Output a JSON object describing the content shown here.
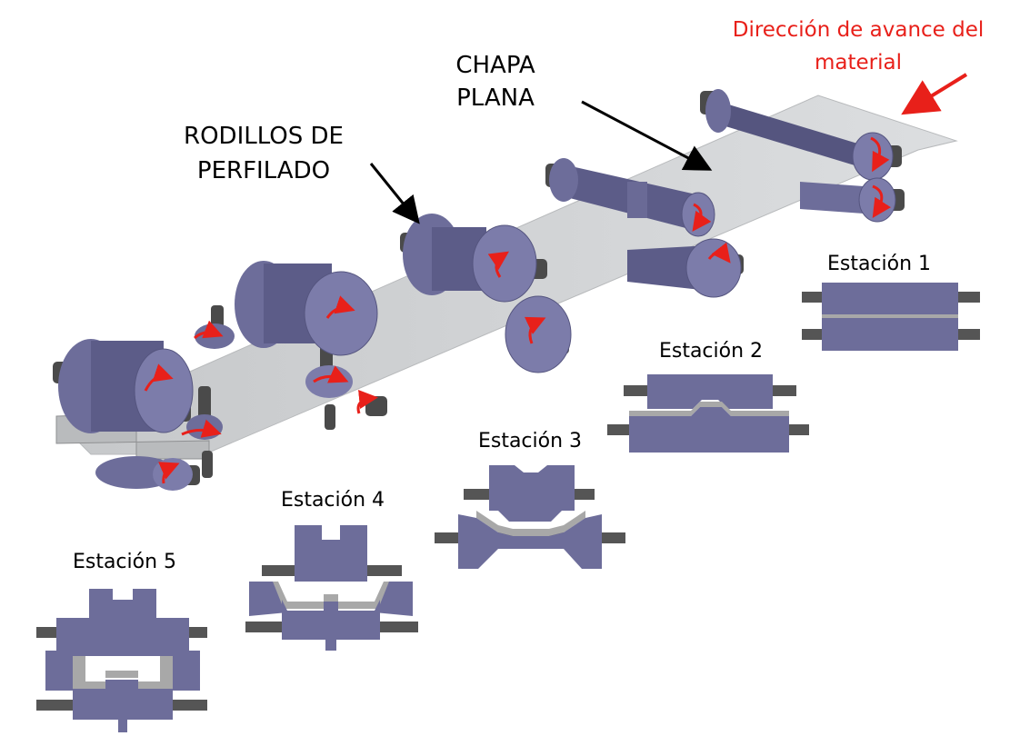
{
  "labels": {
    "direction_line1": "Dirección de avance del",
    "direction_line2": "material",
    "chapa_line1": "CHAPA",
    "chapa_line2": "PLANA",
    "rodillos_line1": "RODILLOS DE",
    "rodillos_line2": "PERFILADO"
  },
  "stations": [
    {
      "label": "Estación 1"
    },
    {
      "label": "Estación 2"
    },
    {
      "label": "Estación 3"
    },
    {
      "label": "Estación 4"
    },
    {
      "label": "Estación 5"
    }
  ],
  "colors": {
    "roller": "#6d6d9a",
    "roller_dark": "#4f4f78",
    "roller_light": "#8c8cbb",
    "shaft": "#4a4a4a",
    "sheet": "#d2d4d6",
    "profile": "#a8a8a8",
    "direction": "#e8201a",
    "rotation": "#e8201a"
  }
}
